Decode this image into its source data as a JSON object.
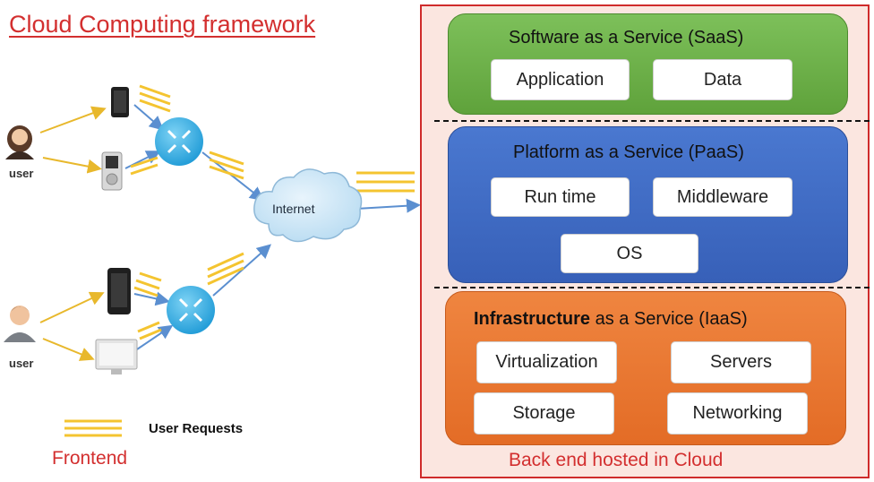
{
  "title": "Cloud Computing framework",
  "frontend": {
    "label": "Frontend",
    "users": [
      "user",
      "user"
    ],
    "internet_label": "Internet",
    "legend_text": "User Requests",
    "icons": [
      "user-female-icon",
      "user-male-icon",
      "smartphone-icon",
      "mp3-player-icon",
      "router-icon",
      "cloud-icon",
      "monitor-icon"
    ]
  },
  "backend": {
    "label": "Back end hosted in Cloud",
    "saas": {
      "title": "Software as a Service (SaaS)",
      "items": [
        "Application",
        "Data"
      ],
      "color": "#6bb046"
    },
    "paas": {
      "title": "Platform as a Service (PaaS)",
      "items": [
        "Run time",
        "Middleware",
        "OS"
      ],
      "color": "#3f6cc4"
    },
    "iaas": {
      "title_bold": "Infrastructure",
      "title_rest": " as a Service (IaaS)",
      "items": [
        "Virtualization",
        "Servers",
        "Storage",
        "Networking"
      ],
      "color": "#e8762f"
    }
  },
  "colors": {
    "accent_red": "#d32f2f",
    "request_lines": "#f4c430",
    "arrow_yellow": "#e8b82c",
    "arrow_blue": "#5b8fd0"
  }
}
